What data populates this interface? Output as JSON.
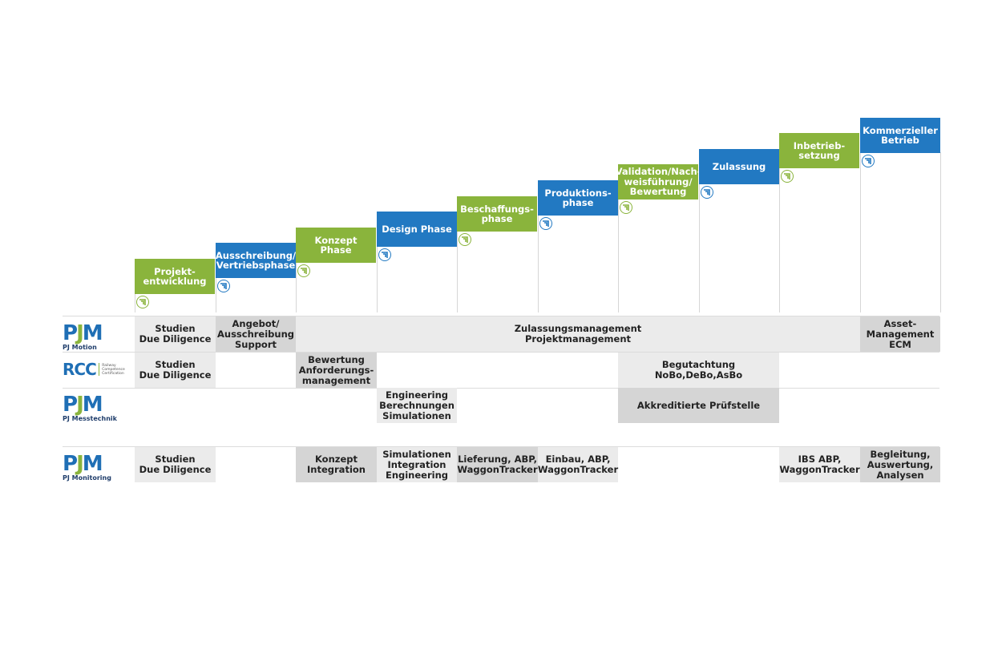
{
  "phases": [
    {
      "label": "Projekt-\nentwicklung",
      "color": "green"
    },
    {
      "label": "Ausschreibung/\nVertriebsphase",
      "color": "blue"
    },
    {
      "label": "Konzept Phase",
      "color": "green"
    },
    {
      "label": "Design Phase",
      "color": "blue"
    },
    {
      "label": "Beschaffungs-\nphase",
      "color": "green"
    },
    {
      "label": "Produktions-\nphase",
      "color": "blue"
    },
    {
      "label": "Validation/Nach-\nweisführung/\nBewertung",
      "color": "green"
    },
    {
      "label": "Zulassung",
      "color": "blue"
    },
    {
      "label": "Inbetrieb-\nsetzung",
      "color": "green"
    },
    {
      "label": "Kommerzieller\nBetrieb",
      "color": "blue"
    }
  ],
  "logos": {
    "pj_motion": {
      "mark": "PJM",
      "sub": "PJ Motion"
    },
    "rcc": {
      "mark": "RCC",
      "small": "Railway\nCompetence\nCertification"
    },
    "pj_messtechnik": {
      "mark": "PJM",
      "sub": "PJ Messtechnik"
    },
    "pj_monitoring": {
      "mark": "PJM",
      "sub": "PJ Monitoring"
    }
  },
  "rows": {
    "motion": [
      {
        "text": "Studien\nDue Diligence",
        "start": 0,
        "span": 1,
        "shade": "light"
      },
      {
        "text": "Angebot/\nAusschreibung\nSupport",
        "start": 1,
        "span": 1,
        "shade": "dark"
      },
      {
        "text": "Zulassungsmanagement\nProjektmanagement",
        "start": 2,
        "span": 7,
        "shade": "light"
      },
      {
        "text": "Asset-\nManagement\nECM",
        "start": 9,
        "span": 1,
        "shade": "dark"
      }
    ],
    "rcc": [
      {
        "text": "Studien\nDue Diligence",
        "start": 0,
        "span": 1,
        "shade": "light"
      },
      {
        "text": "Bewertung\nAnforderungs-\nmanagement",
        "start": 2,
        "span": 1,
        "shade": "dark"
      },
      {
        "text": "Begutachtung\nNoBo,DeBo,AsBo",
        "start": 6,
        "span": 2,
        "shade": "light"
      }
    ],
    "messtechnik": [
      {
        "text": "Engineering\nBerechnungen\nSimulationen",
        "start": 3,
        "span": 1,
        "shade": "light"
      },
      {
        "text": "Akkreditierte Prüfstelle",
        "start": 6,
        "span": 2,
        "shade": "dark"
      }
    ],
    "monitoring": [
      {
        "text": "Studien\nDue Diligence",
        "start": 0,
        "span": 1,
        "shade": "light"
      },
      {
        "text": "Konzept\nIntegration",
        "start": 2,
        "span": 1,
        "shade": "dark"
      },
      {
        "text": "Simulationen\nIntegration\nEngineering",
        "start": 3,
        "span": 1,
        "shade": "light"
      },
      {
        "text": "Lieferung, ABP,\nWaggonTracker",
        "start": 4,
        "span": 1,
        "shade": "dark"
      },
      {
        "text": "Einbau, ABP,\nWaggonTracker",
        "start": 5,
        "span": 1,
        "shade": "light"
      },
      {
        "text": "IBS ABP,\nWaggonTracker",
        "start": 8,
        "span": 1,
        "shade": "light"
      },
      {
        "text": "Begleitung,\nAuswertung,\nAnalysen",
        "start": 9,
        "span": 1,
        "shade": "dark"
      }
    ]
  },
  "colors": {
    "green": "#8ab43c",
    "blue": "#2279c2",
    "light_gray": "#ebebeb",
    "dark_gray": "#d5d5d5"
  },
  "icons": {
    "phase_marker": "pjm-mark-icon"
  }
}
